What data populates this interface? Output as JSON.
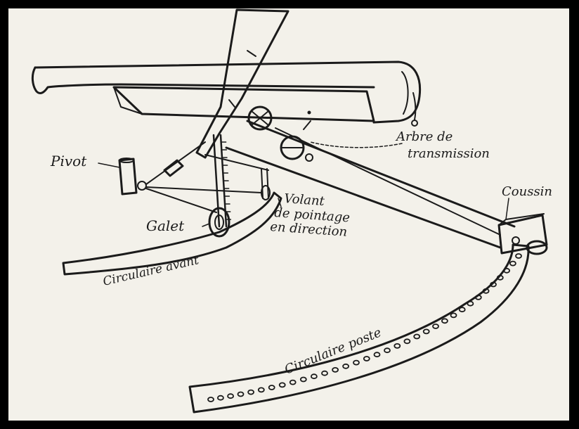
{
  "colors": {
    "paper": "#f3f1ea",
    "ink": "#1b1b1b",
    "frame": "#000000"
  },
  "labels": {
    "pivot": "Pivot",
    "galet": "Galet",
    "volant_line1": "Volant",
    "volant_line2": "de pointage",
    "volant_line3": "en direction",
    "arbre_line1": "Arbre de",
    "arbre_line2": "transmission",
    "coussin": "Coussin",
    "circulaire_avant": "Circulaire avant",
    "circulaire_poste": "Circulaire poste"
  },
  "rear_arc_hole_count": 34
}
